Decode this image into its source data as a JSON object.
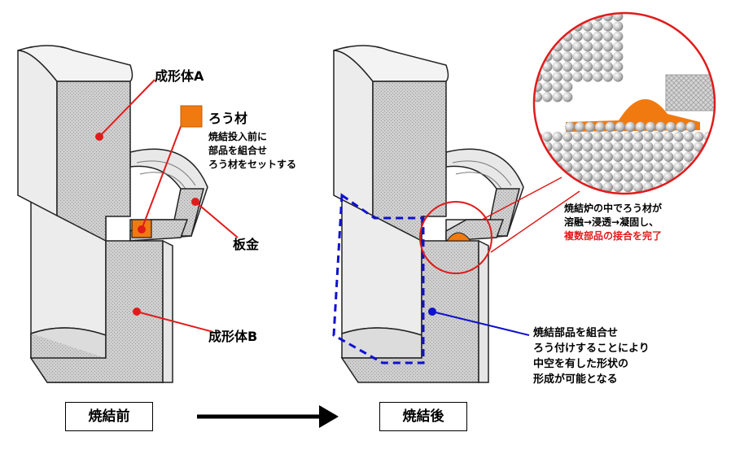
{
  "colors": {
    "part_fill": "#d9d9d9",
    "section_fill": "#c8c8c8",
    "outline": "#222222",
    "brazing": "#f07a10",
    "leader_red": "#e11b1b",
    "leader_blue": "#1010d0",
    "dashed_blue": "#1010d0"
  },
  "labels": {
    "body_a": "成形体A",
    "brazing_material": "ろう材",
    "brazing_note": [
      "焼結投入前に",
      "部品を組合せ",
      "ろう材をセットする"
    ],
    "sheet_metal": "板金",
    "body_b": "成形体B",
    "furnace_note_line1": "焼結炉の中でろう材が",
    "furnace_note_line2": "溶融→浸透→凝固し、",
    "furnace_note_line3": "複数部品の接合を完了",
    "result_note": [
      "焼結部品を組合せ",
      "ろう付けすることにより",
      "中空を有した形状の",
      "形成が可能となる"
    ],
    "before": "焼結前",
    "after": "焼結後"
  }
}
